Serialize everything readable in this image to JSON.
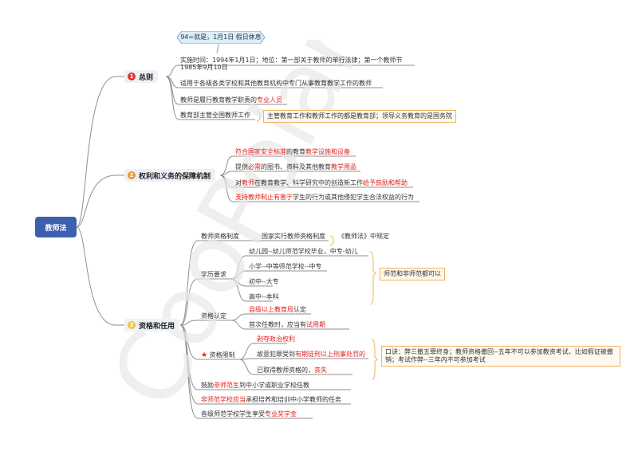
{
  "root": "教师法",
  "callout": "94=就是，1月1日 假日休息",
  "sections": [
    {
      "num": "1",
      "label": "总则"
    },
    {
      "num": "2",
      "label": "权利和义务的保障机制"
    },
    {
      "num": "3",
      "label": "资格和任用"
    }
  ],
  "zongze": {
    "time_line1": "实施时间：1994年1月1日；地位：第一部关于教师的单行法律；第一个教师节",
    "time_line2": "1985年9月10日",
    "scope": "适用于各级各类学校和其他教育机构中专门从事教育教学工作的教师",
    "duty_pre": "教师是履行教育教学职责的",
    "duty_hl": "专业人员",
    "admin": "教育部主管全国教师工作",
    "admin_note": "主管教育工作和教师工作的都是教育部；领导义务教育的是国务院"
  },
  "rights": {
    "r1_hl1": "符合国家安全标准",
    "r1_mid": "的教育",
    "r1_hl2": "教学设施和设备",
    "r2_pre": "提供",
    "r2_hl1": "必需",
    "r2_mid": "的图书、资料及其他教育",
    "r2_hl2": "教学用品",
    "r3_pre": "对",
    "r3_hl1": "教师",
    "r3_mid": "在教育教学、科学研究中的创造新工作",
    "r3_hl2": "给予鼓励和帮助",
    "r4_hl": "支持教师制止有害于",
    "r4_post": "学生的行为或其他侵犯学生合法权益的行为"
  },
  "qual": {
    "system": "教师资格制度",
    "system_child": "国家实行教师资格制度",
    "system_note": "《教师法》中规定",
    "edu": "学历要求",
    "edu_items": [
      "幼儿园--幼儿师范学校毕业，中专-幼儿",
      "小学--中等师范学校--中专",
      "初中--大专",
      "高中--本科"
    ],
    "edu_note": "师范和非师范都可以",
    "cert": "资格认定",
    "cert1_hl": "县级以上教育局",
    "cert1_post": "认定",
    "cert2_pre": "首次任教时，应当有",
    "cert2_hl": "试用期",
    "limit": "资格限制",
    "limit1": "剥夺政治权利",
    "limit2_pre": "故意犯罪受到",
    "limit2_hl": "有期徒刑以上刑事处罚的",
    "limit3_pre": "已取得教师资格的，",
    "limit3_hl": "丧失",
    "limit_note": "口诀：弊三撤五罪终身；教师资格撤回--五年不可以参加教资考试，比如假证被撤销；考试作弊--三年内不可参加考试",
    "o1_pre": "鼓励",
    "o1_hl": "非师范生",
    "o1_post": "到中小学或职业学校任教",
    "o2_hl": "非师范学校应当",
    "o2_post": "承担培养和培训中小学教师的任务",
    "o3_pre": "各级师范学校学生享受",
    "o3_hl": "专业奖学金"
  },
  "colors": {
    "root": "#3c5fae",
    "branch_bg": "#eef1f8",
    "badge1": "#d9362f",
    "badge2": "#f0972f",
    "badge3": "#f3c53b",
    "highlight": "#e0201b",
    "note_border": "#f2b35a"
  }
}
